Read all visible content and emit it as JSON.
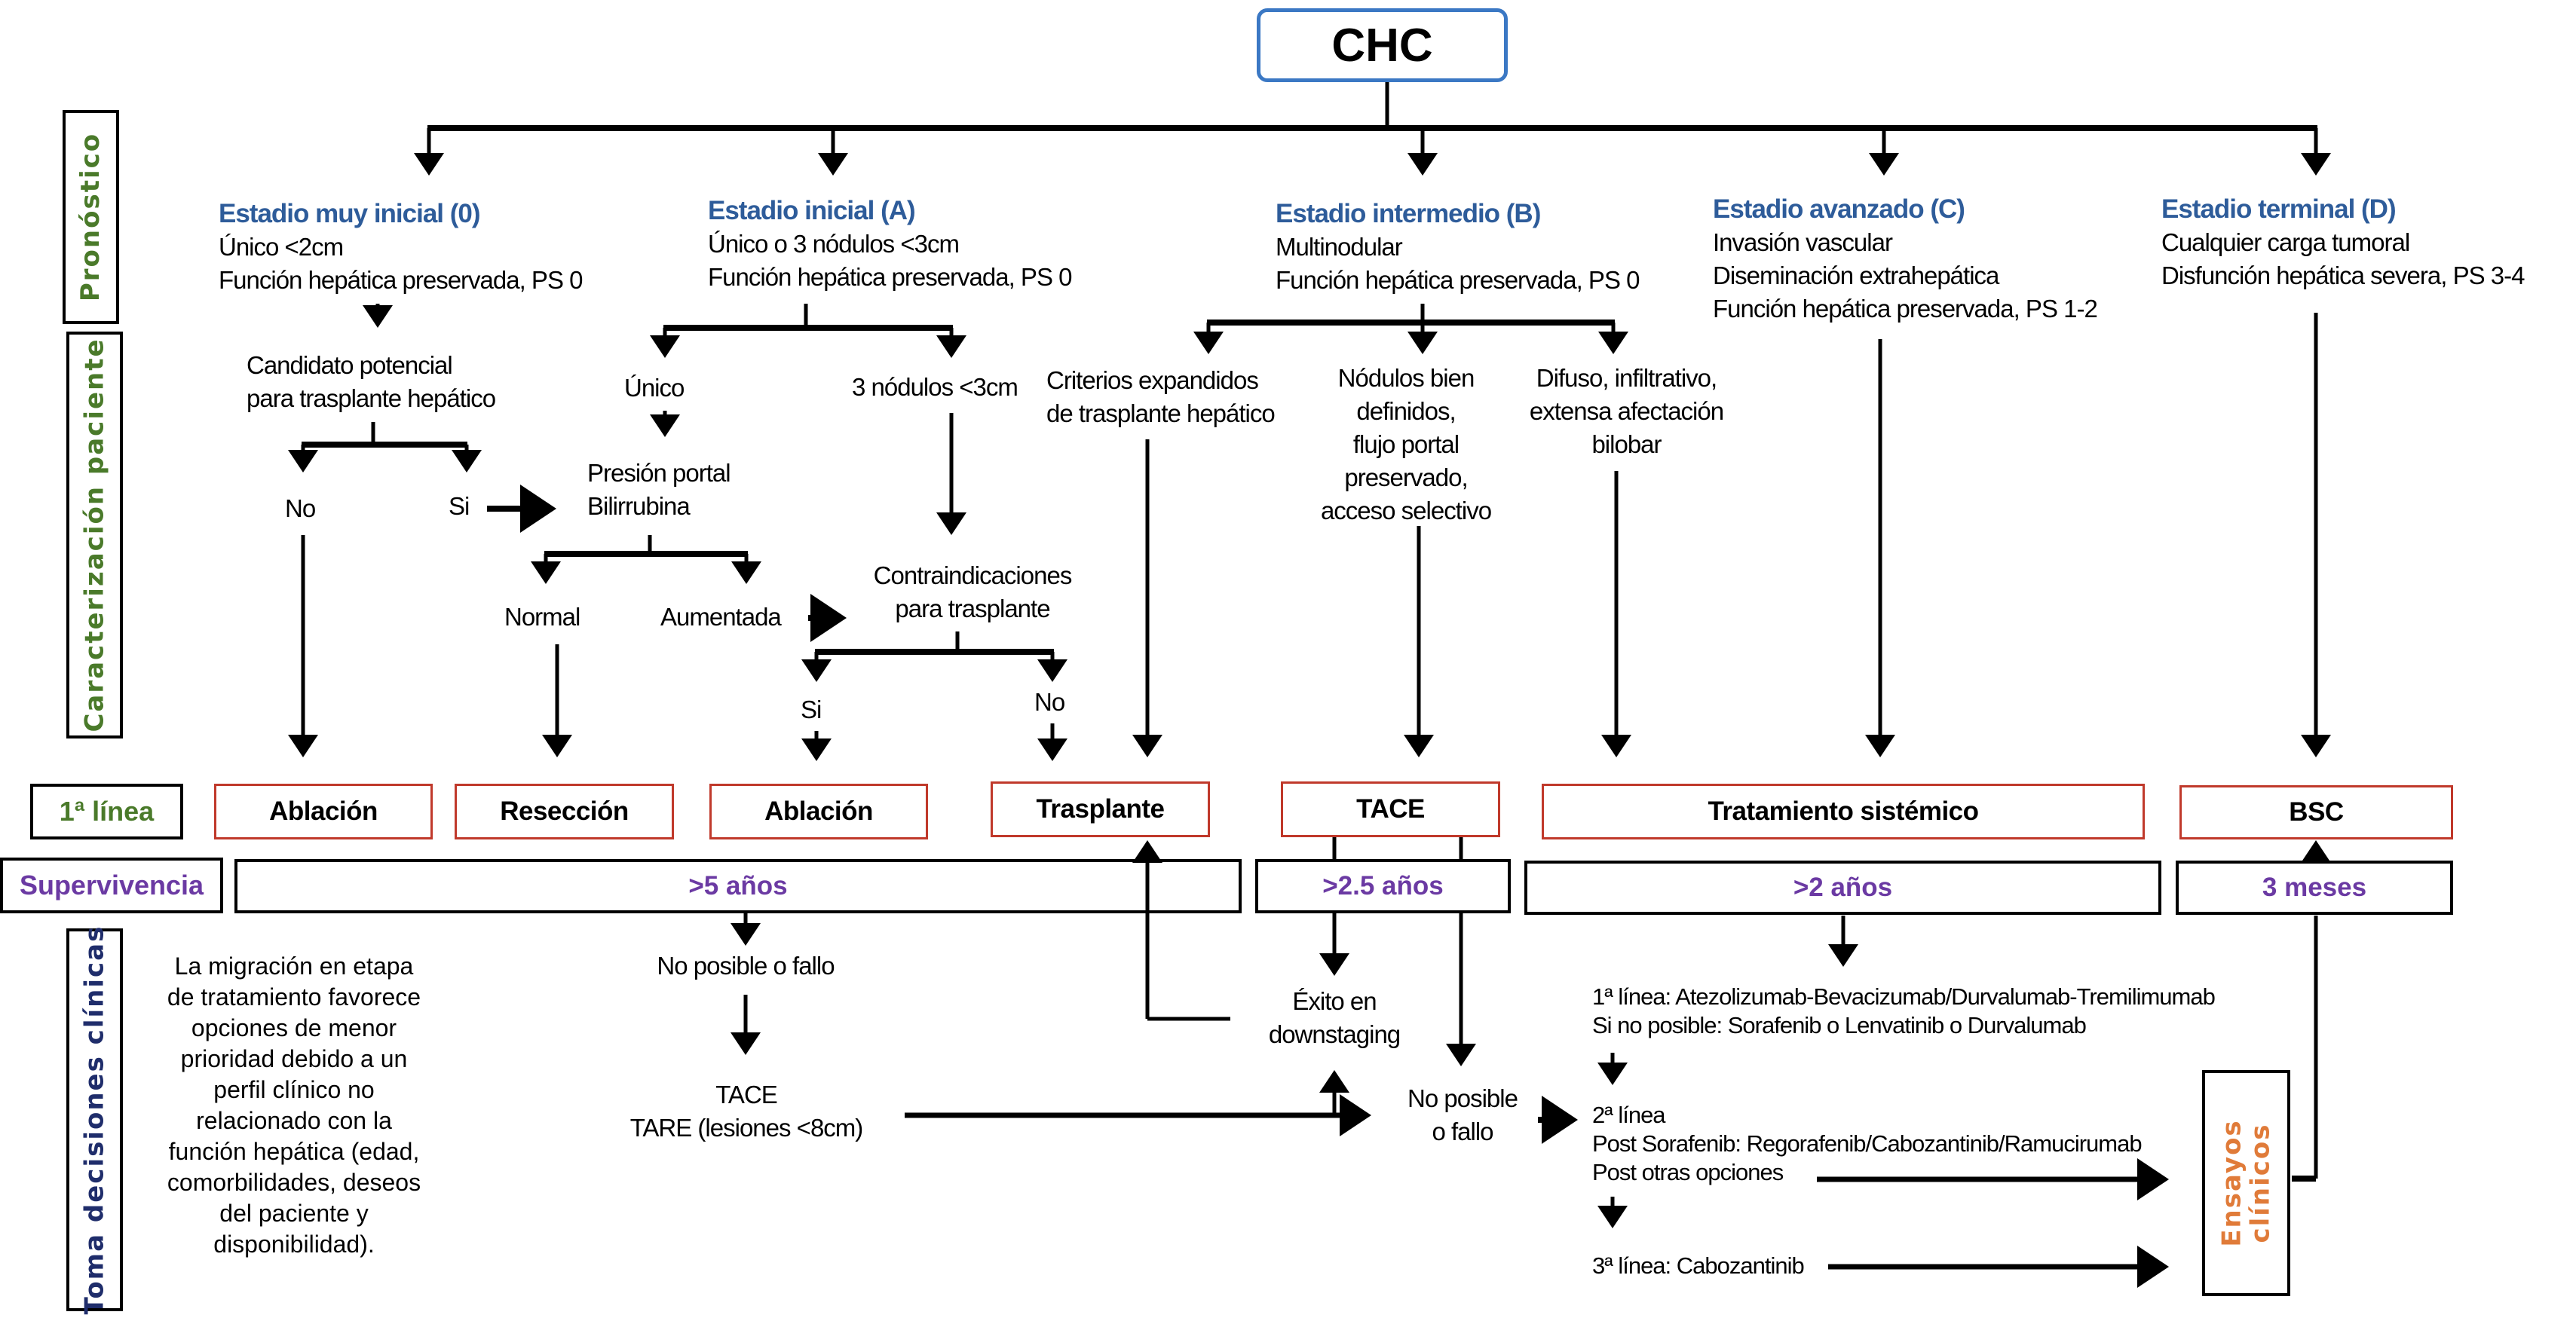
{
  "root": {
    "label": "CHC"
  },
  "row_labels": {
    "pronostico": "Pronóstico",
    "caracterizacion": "Caracterización paciente",
    "primera_linea": "1ª línea",
    "supervivencia": "Supervivencia",
    "toma_decisiones": "Toma decisiones clínicas"
  },
  "stages": [
    {
      "title": "Estadio muy inicial (0)",
      "lines": [
        "Único <2cm",
        "Función hepática preservada, PS 0"
      ]
    },
    {
      "title": "Estadio inicial (A)",
      "lines": [
        "Único o 3 nódulos <3cm",
        "Función hepática preservada, PS 0"
      ]
    },
    {
      "title": "Estadio intermedio (B)",
      "lines": [
        "Multinodular",
        "Función hepática preservada, PS 0"
      ]
    },
    {
      "title": "Estadio avanzado (C)",
      "lines": [
        "Invasión vascular",
        "Diseminación extrahepática",
        "Función hepática preservada, PS 1-2"
      ]
    },
    {
      "title": "Estadio terminal  (D)",
      "lines": [
        "Cualquier carga tumoral",
        "Disfunción hepática severa, PS 3-4"
      ]
    }
  ],
  "characterization": {
    "candidato": [
      "Candidato potencial",
      "para trasplante hepático"
    ],
    "no": "No",
    "si": "Si",
    "unico": "Único",
    "tres_nodulos": "3 nódulos <3cm",
    "presion": [
      "Presión portal",
      "Bilirrubina"
    ],
    "normal": "Normal",
    "aumentada": "Aumentada",
    "contraindicaciones": [
      "Contraindicaciones",
      "para trasplante"
    ],
    "contra_si": "Si",
    "contra_no": "No",
    "criterios": [
      "Criterios expandidos",
      "de trasplante hepático"
    ],
    "nodulos_bien": [
      "Nódulos bien",
      "definidos,",
      "flujo portal",
      "preservado,",
      "acceso selectivo"
    ],
    "difuso": [
      "Difuso, infiltrativo,",
      "extensa afectación",
      "bilobar"
    ]
  },
  "treatments": [
    "Ablación",
    "Resección",
    "Ablación",
    "Trasplante",
    "TACE",
    "Tratamiento sistémico",
    "BSC"
  ],
  "survival": [
    ">5 años",
    ">2.5 años",
    ">2 años",
    "3 meses"
  ],
  "decisions": {
    "note": [
      "La migración en etapa",
      "de tratamiento favorece",
      "opciones de  menor",
      "prioridad debido a un",
      "perfil clínico no",
      "relacionado con la",
      "función hepática (edad,",
      "comorbilidades, deseos",
      "del paciente y",
      "disponibilidad)."
    ],
    "no_posible_1": "No posible o fallo",
    "tace_tare": [
      "TACE",
      "TARE (lesiones <8cm)"
    ],
    "exito": [
      "Éxito en",
      "downstaging"
    ],
    "no_posible_2": [
      "No posible",
      "o fallo"
    ],
    "linea1": [
      "1ª línea: Atezolizumab-Bevacizumab/Durvalumab-Tremilimumab",
      "Si no posible: Sorafenib o Lenvatinib o Durvalumab"
    ],
    "linea2": [
      "2ª línea",
      "Post Sorafenib: Regorafenib/Cabozantinib/Ramucirumab",
      "Post otras opciones"
    ],
    "linea3": "3ª línea: Cabozantinib",
    "ensayos": [
      "Ensayos",
      "clínicos"
    ]
  },
  "colors": {
    "stage_title": "#2e5c9a",
    "root_border": "#3b78c4",
    "treatment_border": "#c0392b",
    "row_label_green": "#4a7a2a",
    "survival_purple": "#6b3aa3",
    "decisions_navy": "#1f2d6b",
    "ensayos_orange": "#e07b39"
  }
}
